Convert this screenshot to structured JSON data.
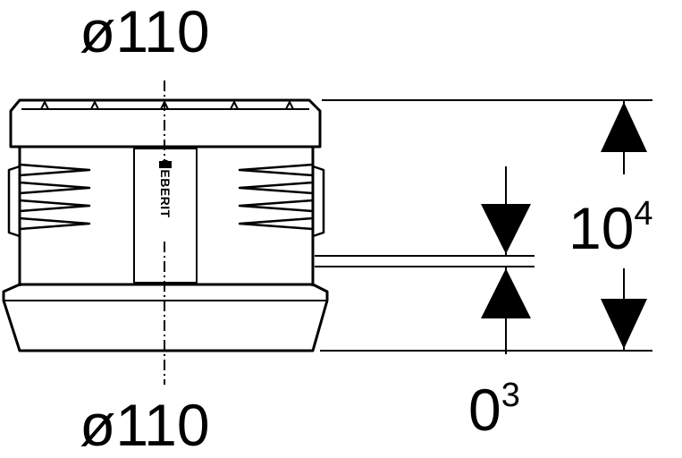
{
  "labels": {
    "diameter_top": "ø110",
    "diameter_bottom": "ø110",
    "height_base": "10",
    "height_exp": "4",
    "gap_base": "0",
    "gap_exp": "3"
  },
  "logo": {
    "text": "GEBERIT"
  },
  "colors": {
    "line": "#000000",
    "background": "#ffffff"
  }
}
